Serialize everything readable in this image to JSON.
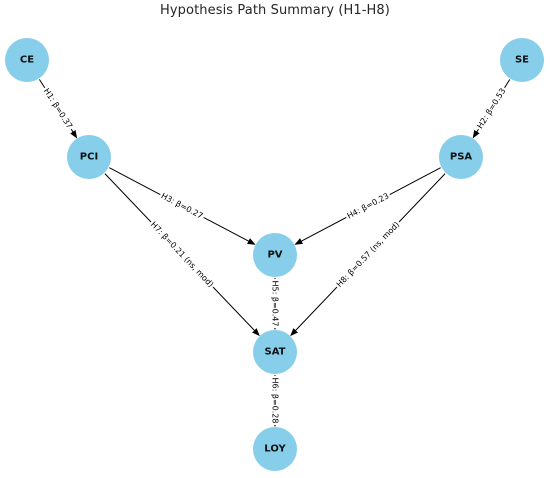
{
  "diagram": {
    "title": "Hypothesis Path Summary (H1-H8)",
    "colors": {
      "node_fill": "#87ceeb",
      "edge": "#000000",
      "text": "#111111"
    },
    "nodes": [
      {
        "id": "CE",
        "label": "CE"
      },
      {
        "id": "SE",
        "label": "SE"
      },
      {
        "id": "PCI",
        "label": "PCI"
      },
      {
        "id": "PSA",
        "label": "PSA"
      },
      {
        "id": "PV",
        "label": "PV"
      },
      {
        "id": "SAT",
        "label": "SAT"
      },
      {
        "id": "LOY",
        "label": "LOY"
      }
    ],
    "edges": [
      {
        "from": "CE",
        "to": "PCI",
        "label": "H1: β=0.37"
      },
      {
        "from": "SE",
        "to": "PSA",
        "label": "H2: β=0.53"
      },
      {
        "from": "PCI",
        "to": "PV",
        "label": "H3: β=0.27"
      },
      {
        "from": "PSA",
        "to": "PV",
        "label": "H4: β=0.23"
      },
      {
        "from": "PV",
        "to": "SAT",
        "label": "H5: β=0.47"
      },
      {
        "from": "SAT",
        "to": "LOY",
        "label": "H6: β=0.28"
      },
      {
        "from": "PCI",
        "to": "SAT",
        "label": "H7: β=0.21 (ns, mod)"
      },
      {
        "from": "PSA",
        "to": "SAT",
        "label": "H8: β=0.57 (ns, mod)"
      }
    ]
  }
}
